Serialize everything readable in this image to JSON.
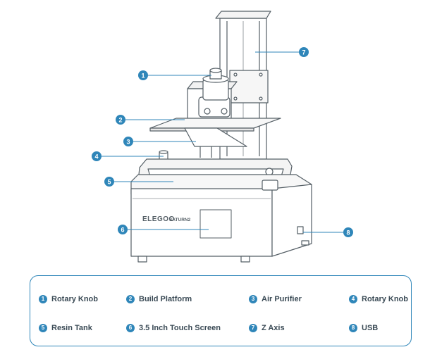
{
  "printer": {
    "brand_text": "ELEGOO",
    "model_text": "SATURN2"
  },
  "callouts": [
    {
      "number": "1",
      "label": "Rotary Knob"
    },
    {
      "number": "2",
      "label": "Build Platform"
    },
    {
      "number": "3",
      "label": "Air Purifier"
    },
    {
      "number": "4",
      "label": "Rotary Knob"
    },
    {
      "number": "5",
      "label": "Resin Tank"
    },
    {
      "number": "6",
      "label": "3.5 Inch Touch Screen"
    },
    {
      "number": "7",
      "label": "Z Axis"
    },
    {
      "number": "8",
      "label": "USB"
    }
  ],
  "colors": {
    "accent": "#2f86b9",
    "line": "#555f66",
    "text": "#3a4a55"
  }
}
